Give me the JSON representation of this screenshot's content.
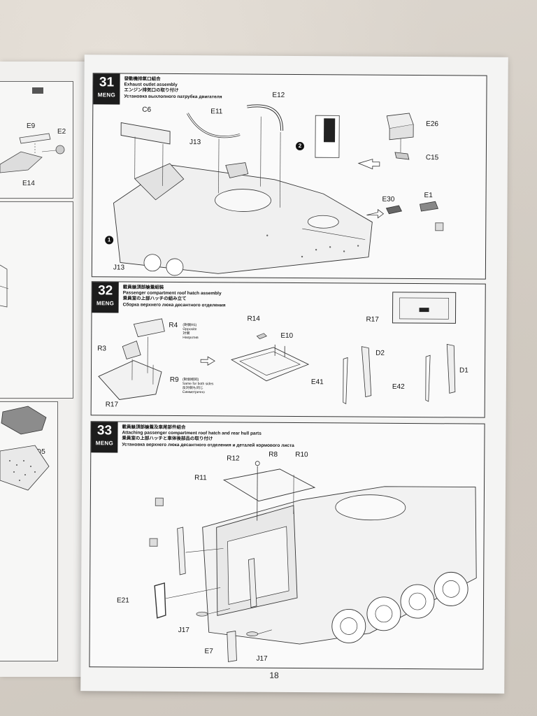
{
  "page_number": "18",
  "left_page": {
    "part_labels": [
      "E9",
      "E2",
      "E14",
      "D5"
    ]
  },
  "steps": [
    {
      "number": "31",
      "brand": "MENG",
      "title_lines": [
        "發動機排氣口組合",
        "Exhaust outlet assembly",
        "エンジン排気口の取り付け",
        "Установка выхлопного патрубка двигателя"
      ],
      "parts": [
        "C6",
        "E11",
        "E12",
        "J13",
        "J13",
        "E26",
        "C15",
        "E30",
        "E1"
      ],
      "callouts": [
        "1",
        "2"
      ]
    },
    {
      "number": "32",
      "brand": "MENG",
      "title_lines": [
        "載員艙頂部艙蓋組裝",
        "Passenger compartment roof hatch assembly",
        "乗員室の上部ハッチの組み立て",
        "Сборка верхнего люка десантного отделения"
      ],
      "parts": [
        "R4",
        "R3",
        "R9",
        "R17",
        "R14",
        "E10",
        "D2",
        "E41",
        "E42",
        "D1",
        "R17"
      ],
      "notes": {
        "r4_note": [
          "(對側R5)",
          "Opposite",
          "対側",
          "Напротив"
        ],
        "r9_note": [
          "(對側相同)",
          "Same for both sides",
          "反対側も同じ",
          "Симметрично"
        ]
      }
    },
    {
      "number": "33",
      "brand": "MENG",
      "title_lines": [
        "載員艙頂部艙蓋及車尾部件組合",
        "Attaching passenger compartment roof hatch and rear hull parts",
        "乗員室の上部ハッチと車体後部品の取り付け",
        "Установка верхнего люка десантного отделения и деталей кормового листа"
      ],
      "parts": [
        "R12",
        "R8",
        "R10",
        "R11",
        "E21",
        "J17",
        "E7",
        "J17"
      ]
    }
  ]
}
